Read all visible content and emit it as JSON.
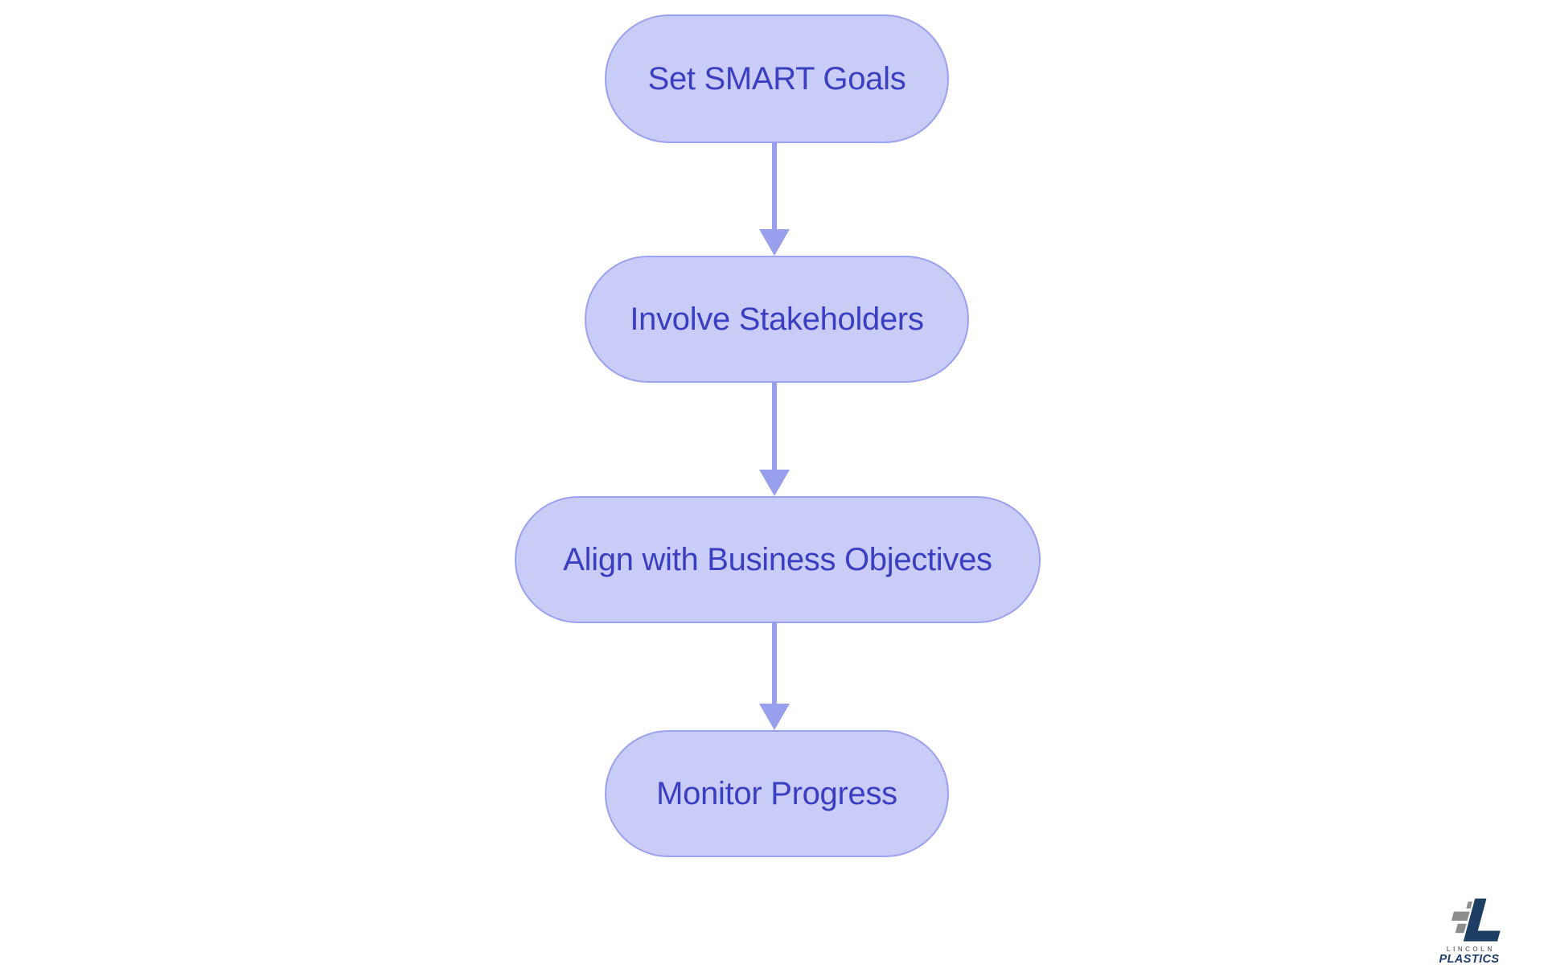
{
  "diagram": {
    "type": "flowchart",
    "direction": "top-down",
    "nodes": [
      {
        "id": "set-smart-goals",
        "label": "Set SMART Goals"
      },
      {
        "id": "involve-stakeholders",
        "label": "Involve Stakeholders"
      },
      {
        "id": "align-with-business-objectives",
        "label": "Align with Business Objectives"
      },
      {
        "id": "monitor-progress",
        "label": "Monitor Progress"
      }
    ],
    "edges": [
      {
        "from": "set-smart-goals",
        "to": "involve-stakeholders"
      },
      {
        "from": "involve-stakeholders",
        "to": "align-with-business-objectives"
      },
      {
        "from": "align-with-business-objectives",
        "to": "monitor-progress"
      }
    ],
    "colors": {
      "background": "#ffffff",
      "node_fill": "#c9ccf6",
      "node_border": "#9aa1ef",
      "node_text": "#3a3fc2",
      "arrow": "#98a0ee"
    }
  },
  "logo": {
    "name_top": "LINCOLN",
    "name_bottom": "PLASTICS",
    "colors": {
      "navy": "#1d3e63",
      "gray": "#8d8d8d"
    }
  }
}
